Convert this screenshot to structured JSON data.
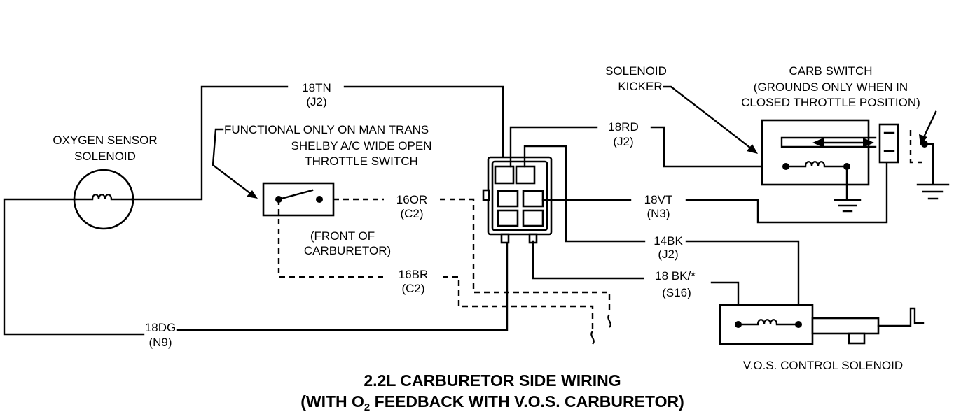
{
  "labels": {
    "oxygen_sensor_1": "OXYGEN SENSOR",
    "oxygen_sensor_2": "SOLENOID",
    "functional_1": "FUNCTIONAL ONLY ON MAN TRANS",
    "functional_2": "SHELBY A/C WIDE OPEN",
    "functional_3": "THROTTLE SWITCH",
    "front_1": "(FRONT OF",
    "front_2": "CARBURETOR)",
    "solenoid_kicker_1": "SOLENOID",
    "solenoid_kicker_2": "KICKER",
    "carb_switch_1": "CARB SWITCH",
    "carb_switch_2": "(GROUNDS ONLY WHEN IN",
    "carb_switch_3": "CLOSED THROTTLE POSITION)",
    "vos_solenoid": "V.O.S. CONTROL SOLENOID"
  },
  "wires": {
    "w18tn": "18TN",
    "w18tn_c": "(J2)",
    "w18rd": "18RD",
    "w18rd_c": "(J2)",
    "w16or": "16OR",
    "w16or_c": "(C2)",
    "w18vt": "18VT",
    "w18vt_c": "(N3)",
    "w14bk": "14BK",
    "w14bk_c": "(J2)",
    "w16br": "16BR",
    "w16br_c": "(C2)",
    "w18bk": "18 BK/*",
    "w18bk_c": "(S16)",
    "w18dg": "18DG",
    "w18dg_c": "(N9)"
  },
  "title": {
    "line1": "2.2L CARBURETOR SIDE WIRING",
    "line2_a": "(WITH O",
    "line2_sub": "2",
    "line2_b": " FEEDBACK WITH V.O.S. CARBURETOR)"
  }
}
